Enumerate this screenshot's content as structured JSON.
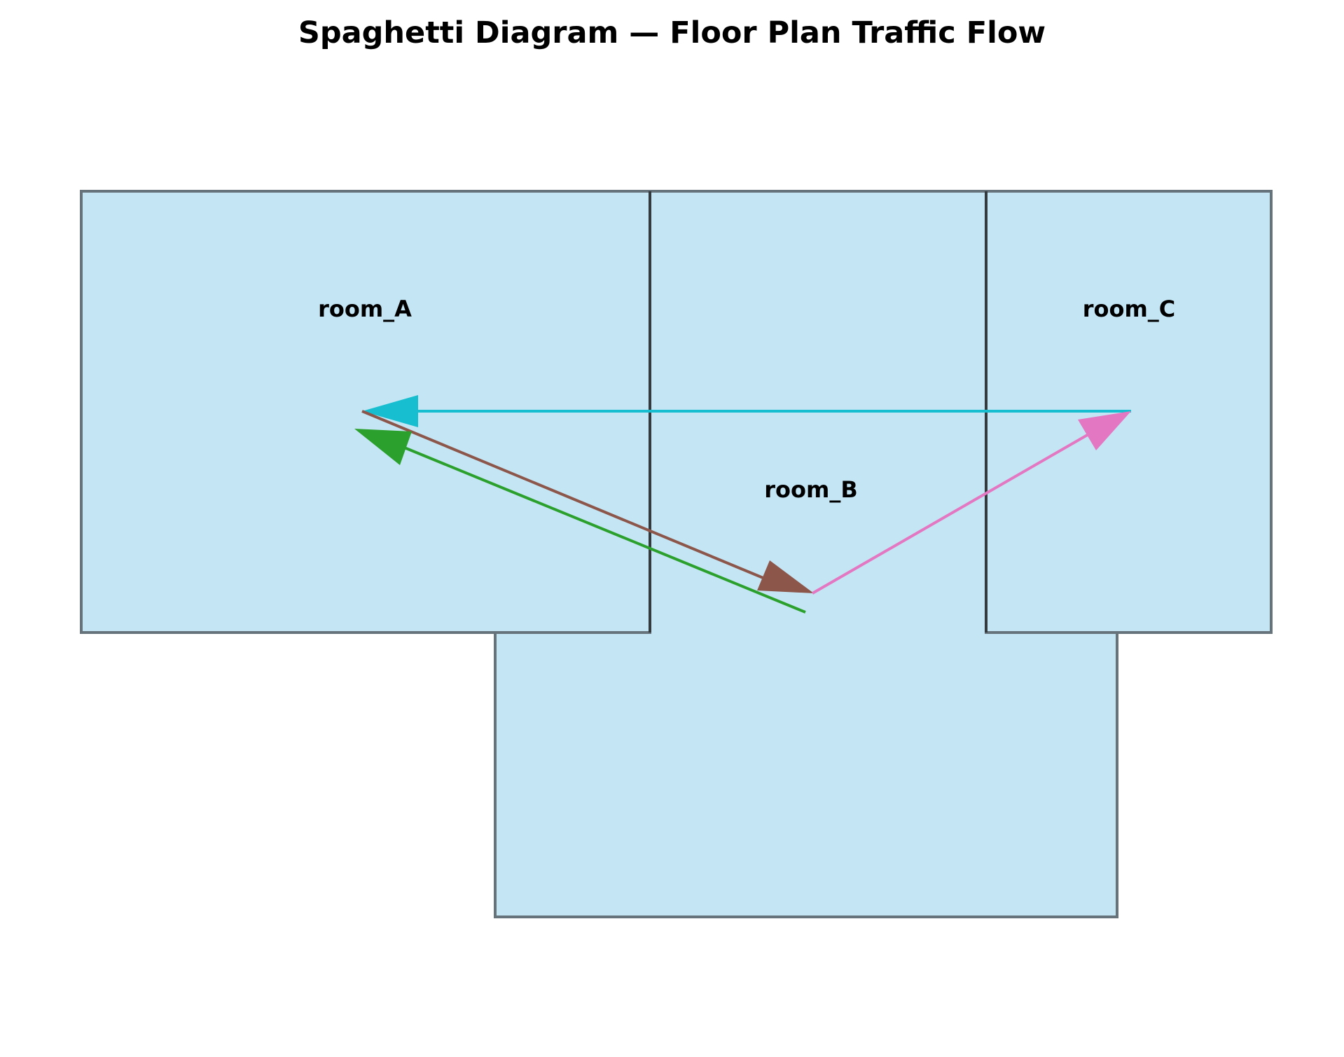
{
  "title": "Spaghetti Diagram — Floor Plan Traffic Flow",
  "colors": {
    "room_fill": "#c4e6f4",
    "room_border": "#66737a",
    "flow_colors": [
      "#17becf",
      "#8c564b",
      "#2ca02c",
      "#e377c2"
    ]
  },
  "rooms": [
    {
      "id": "room_A",
      "label": "room_A"
    },
    {
      "id": "room_B",
      "label": "room_B"
    },
    {
      "id": "room_C",
      "label": "room_C"
    }
  ],
  "flows": [
    {
      "from": "room_C",
      "to": "room_A",
      "color": "#17becf"
    },
    {
      "from": "room_A",
      "to": "room_B",
      "color": "#8c564b"
    },
    {
      "from": "room_B",
      "to": "room_A",
      "color": "#2ca02c"
    },
    {
      "from": "room_B",
      "to": "room_C",
      "color": "#e377c2"
    }
  ]
}
